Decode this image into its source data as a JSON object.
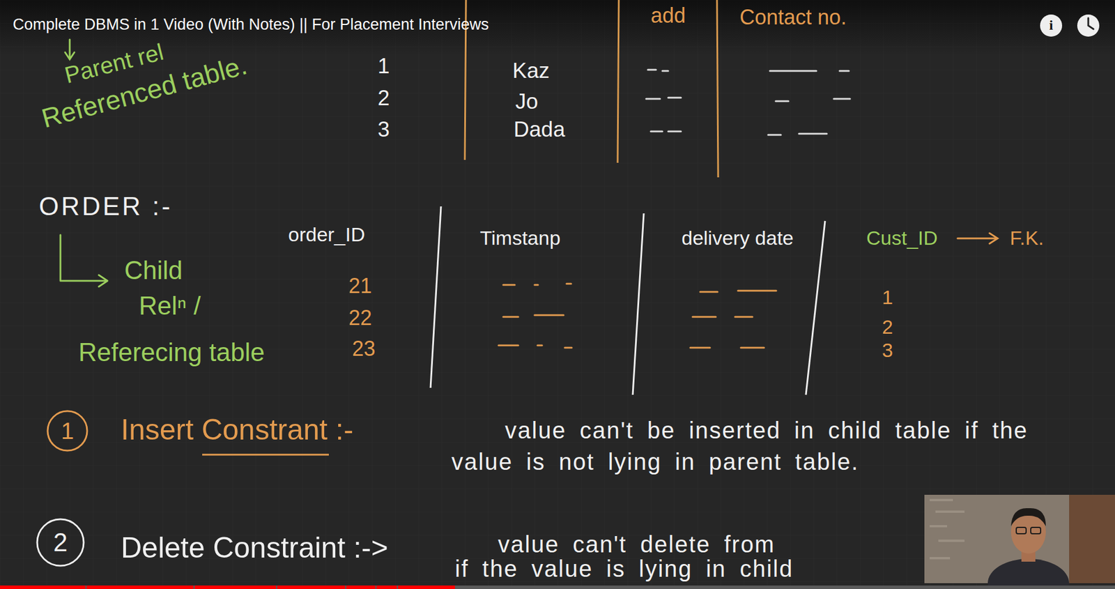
{
  "diagram": {
    "title": "Complete DBMS in 1 Video (With Notes) || For Placement Interviews",
    "labels": [
      "add",
      "Contact no.",
      "Parent rel",
      "Referenced table.",
      "1",
      "Kaz",
      "2",
      "Jo",
      "3",
      "Dada",
      "ORDER :-",
      "Child",
      "Relⁿ /",
      "Referecing table",
      "order_ID",
      "Timstanp",
      "delivery date",
      "Cust_ID",
      "F.K.",
      "21",
      "22",
      "23",
      "1",
      "2",
      "3",
      "1",
      "Insert Constrant :-",
      "value can't be inserted in child table if the value is not lying in parent table.",
      "2",
      "Delete Constraint :->",
      "value can't delete from",
      "if the value is lying in child",
      "i"
    ]
  }
}
